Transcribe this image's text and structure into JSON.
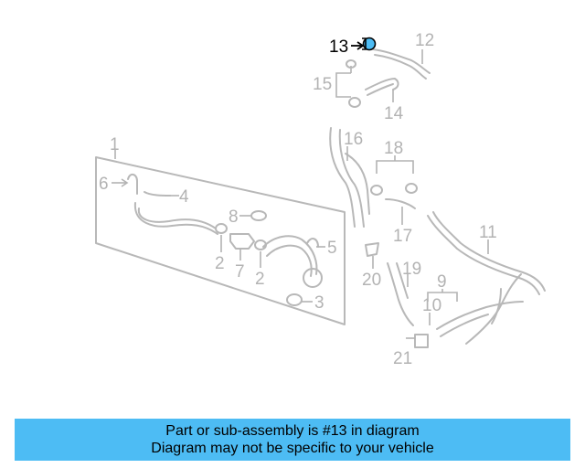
{
  "diagram": {
    "highlight_color": "#4dbcf4",
    "callouts": {
      "c1": "1",
      "c2a": "2",
      "c2b": "2",
      "c3": "3",
      "c4": "4",
      "c5": "5",
      "c6": "6",
      "c7": "7",
      "c8": "8",
      "c9": "9",
      "c10": "10",
      "c11": "11",
      "c12": "12",
      "c13": "13",
      "c14": "14",
      "c15": "15",
      "c16": "16",
      "c17": "17",
      "c18": "18",
      "c19": "19",
      "c20": "20",
      "c21": "21"
    }
  },
  "banner": {
    "line1": "Part or sub-assembly is #13 in diagram",
    "line2": "Diagram may not be specific to your vehicle",
    "background": "#4dbcf4"
  }
}
